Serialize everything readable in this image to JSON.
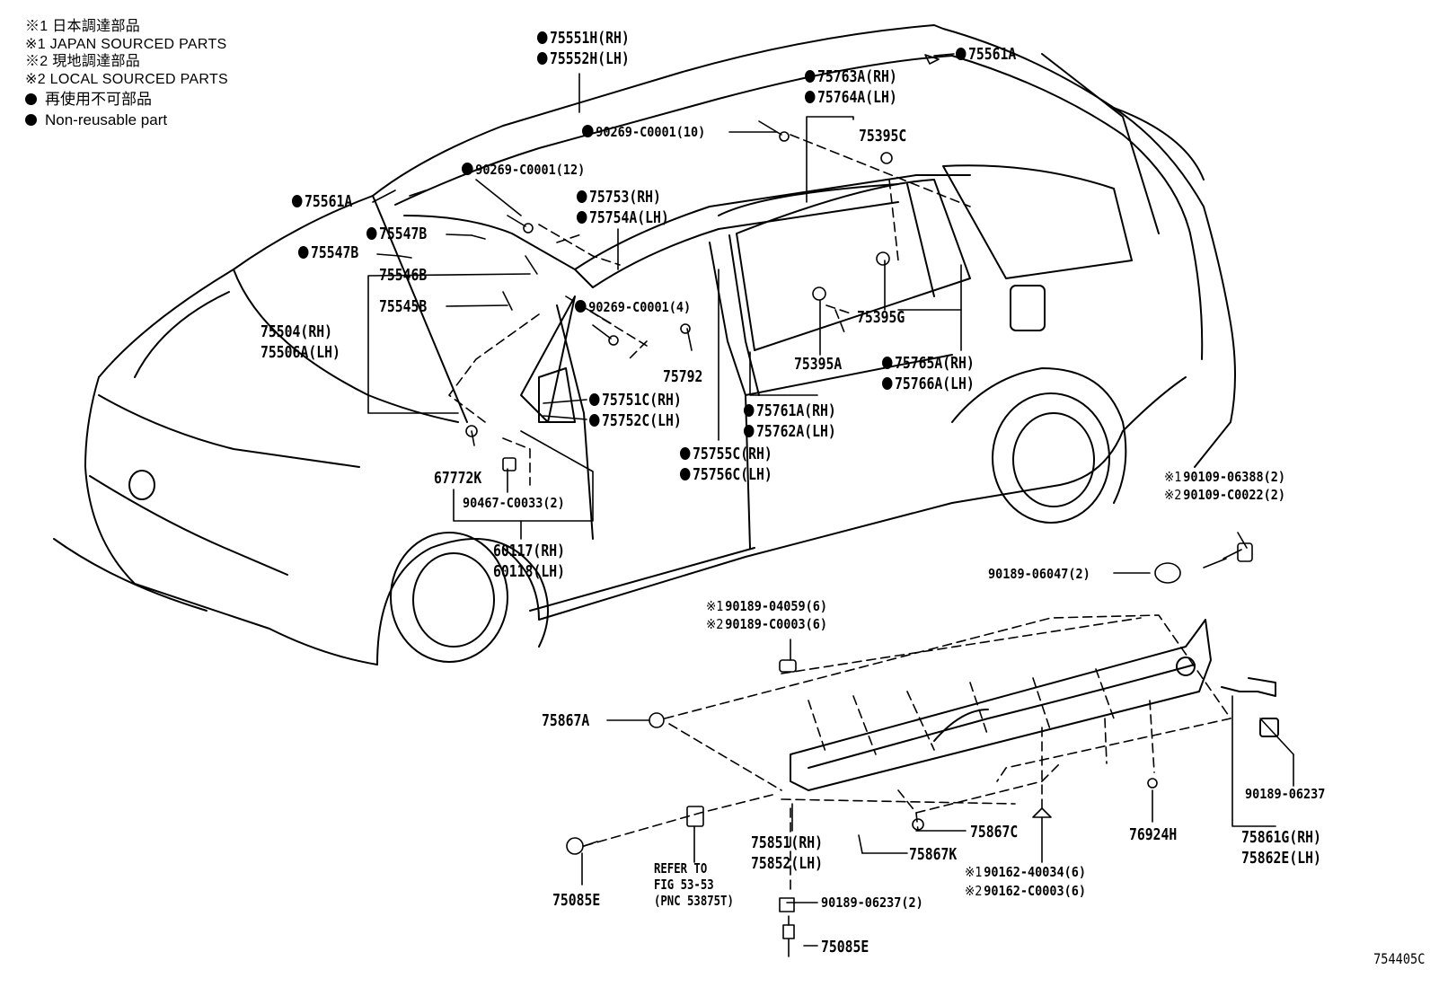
{
  "legend": {
    "line1": "※1 日本調達部品",
    "line2": "※1 JAPAN SOURCED PARTS",
    "line3": "※2 現地調達部品",
    "line4": "※2 LOCAL SOURCED PARTS",
    "non_reusable_jp": "再使用不可部品",
    "non_reusable_en": "Non-reusable part"
  },
  "parts": {
    "p75551H": "75551H(RH)",
    "p75552H": "75552H(LH)",
    "p75561A_top": "75561A",
    "p75763A": "75763A(RH)",
    "p75764A": "75764A(LH)",
    "p90269_10": "90269-C0001(10)",
    "p75395C": "75395C",
    "p90269_12": "90269-C0001(12)",
    "p75753": "75753(RH)",
    "p75754A": "75754A(LH)",
    "p75561A_left": "75561A",
    "p75547B_1": "75547B",
    "p75547B_2": "75547B",
    "p75546B": "75546B",
    "p75545B": "75545B",
    "p90269_4": "90269-C0001(4)",
    "p75504": "75504(RH)",
    "p75506A": "75506A(LH)",
    "p75792": "75792",
    "p75395A": "75395A",
    "p75395G": "75395G",
    "p75765A": "75765A(RH)",
    "p75766A": "75766A(LH)",
    "p75751C": "75751C(RH)",
    "p75752C": "75752C(LH)",
    "p75761A": "75761A(RH)",
    "p75762A": "75762A(LH)",
    "p75755C": "75755C(RH)",
    "p75756C": "75756C(LH)",
    "p67772K": "67772K",
    "p90467": "90467-C0033(2)",
    "p60117": "60117(RH)",
    "p60118": "60118(LH)",
    "p90109_1": "90109-06388(2)",
    "p90109_2": "90109-C0022(2)",
    "p90189_06047": "90189-06047(2)",
    "p90189_04059": "90189-04059(6)",
    "p90189_C0003": "90189-C0003(6)",
    "p75867A": "75867A",
    "p90189_06237": "90189-06237",
    "p75861G": "75861G(RH)",
    "p75862E": "75862E(LH)",
    "p76924H": "76924H",
    "p75867C": "75867C",
    "p75867K": "75867K",
    "p75851": "75851(RH)",
    "p75852": "75852(LH)",
    "p90162_40034": "90162-40034(6)",
    "p90162_C0003": "90162-C0003(6)",
    "p75085E_left": "75085E",
    "p90189_06237_2": "90189-06237(2)",
    "p75085E_bottom": "75085E"
  },
  "refer": {
    "line1": "REFER TO",
    "line2": "FIG 53-53",
    "line3": "(PNC 53875T)"
  },
  "markers": {
    "jp": "※1",
    "local": "※2"
  },
  "figure_code": "754405C"
}
